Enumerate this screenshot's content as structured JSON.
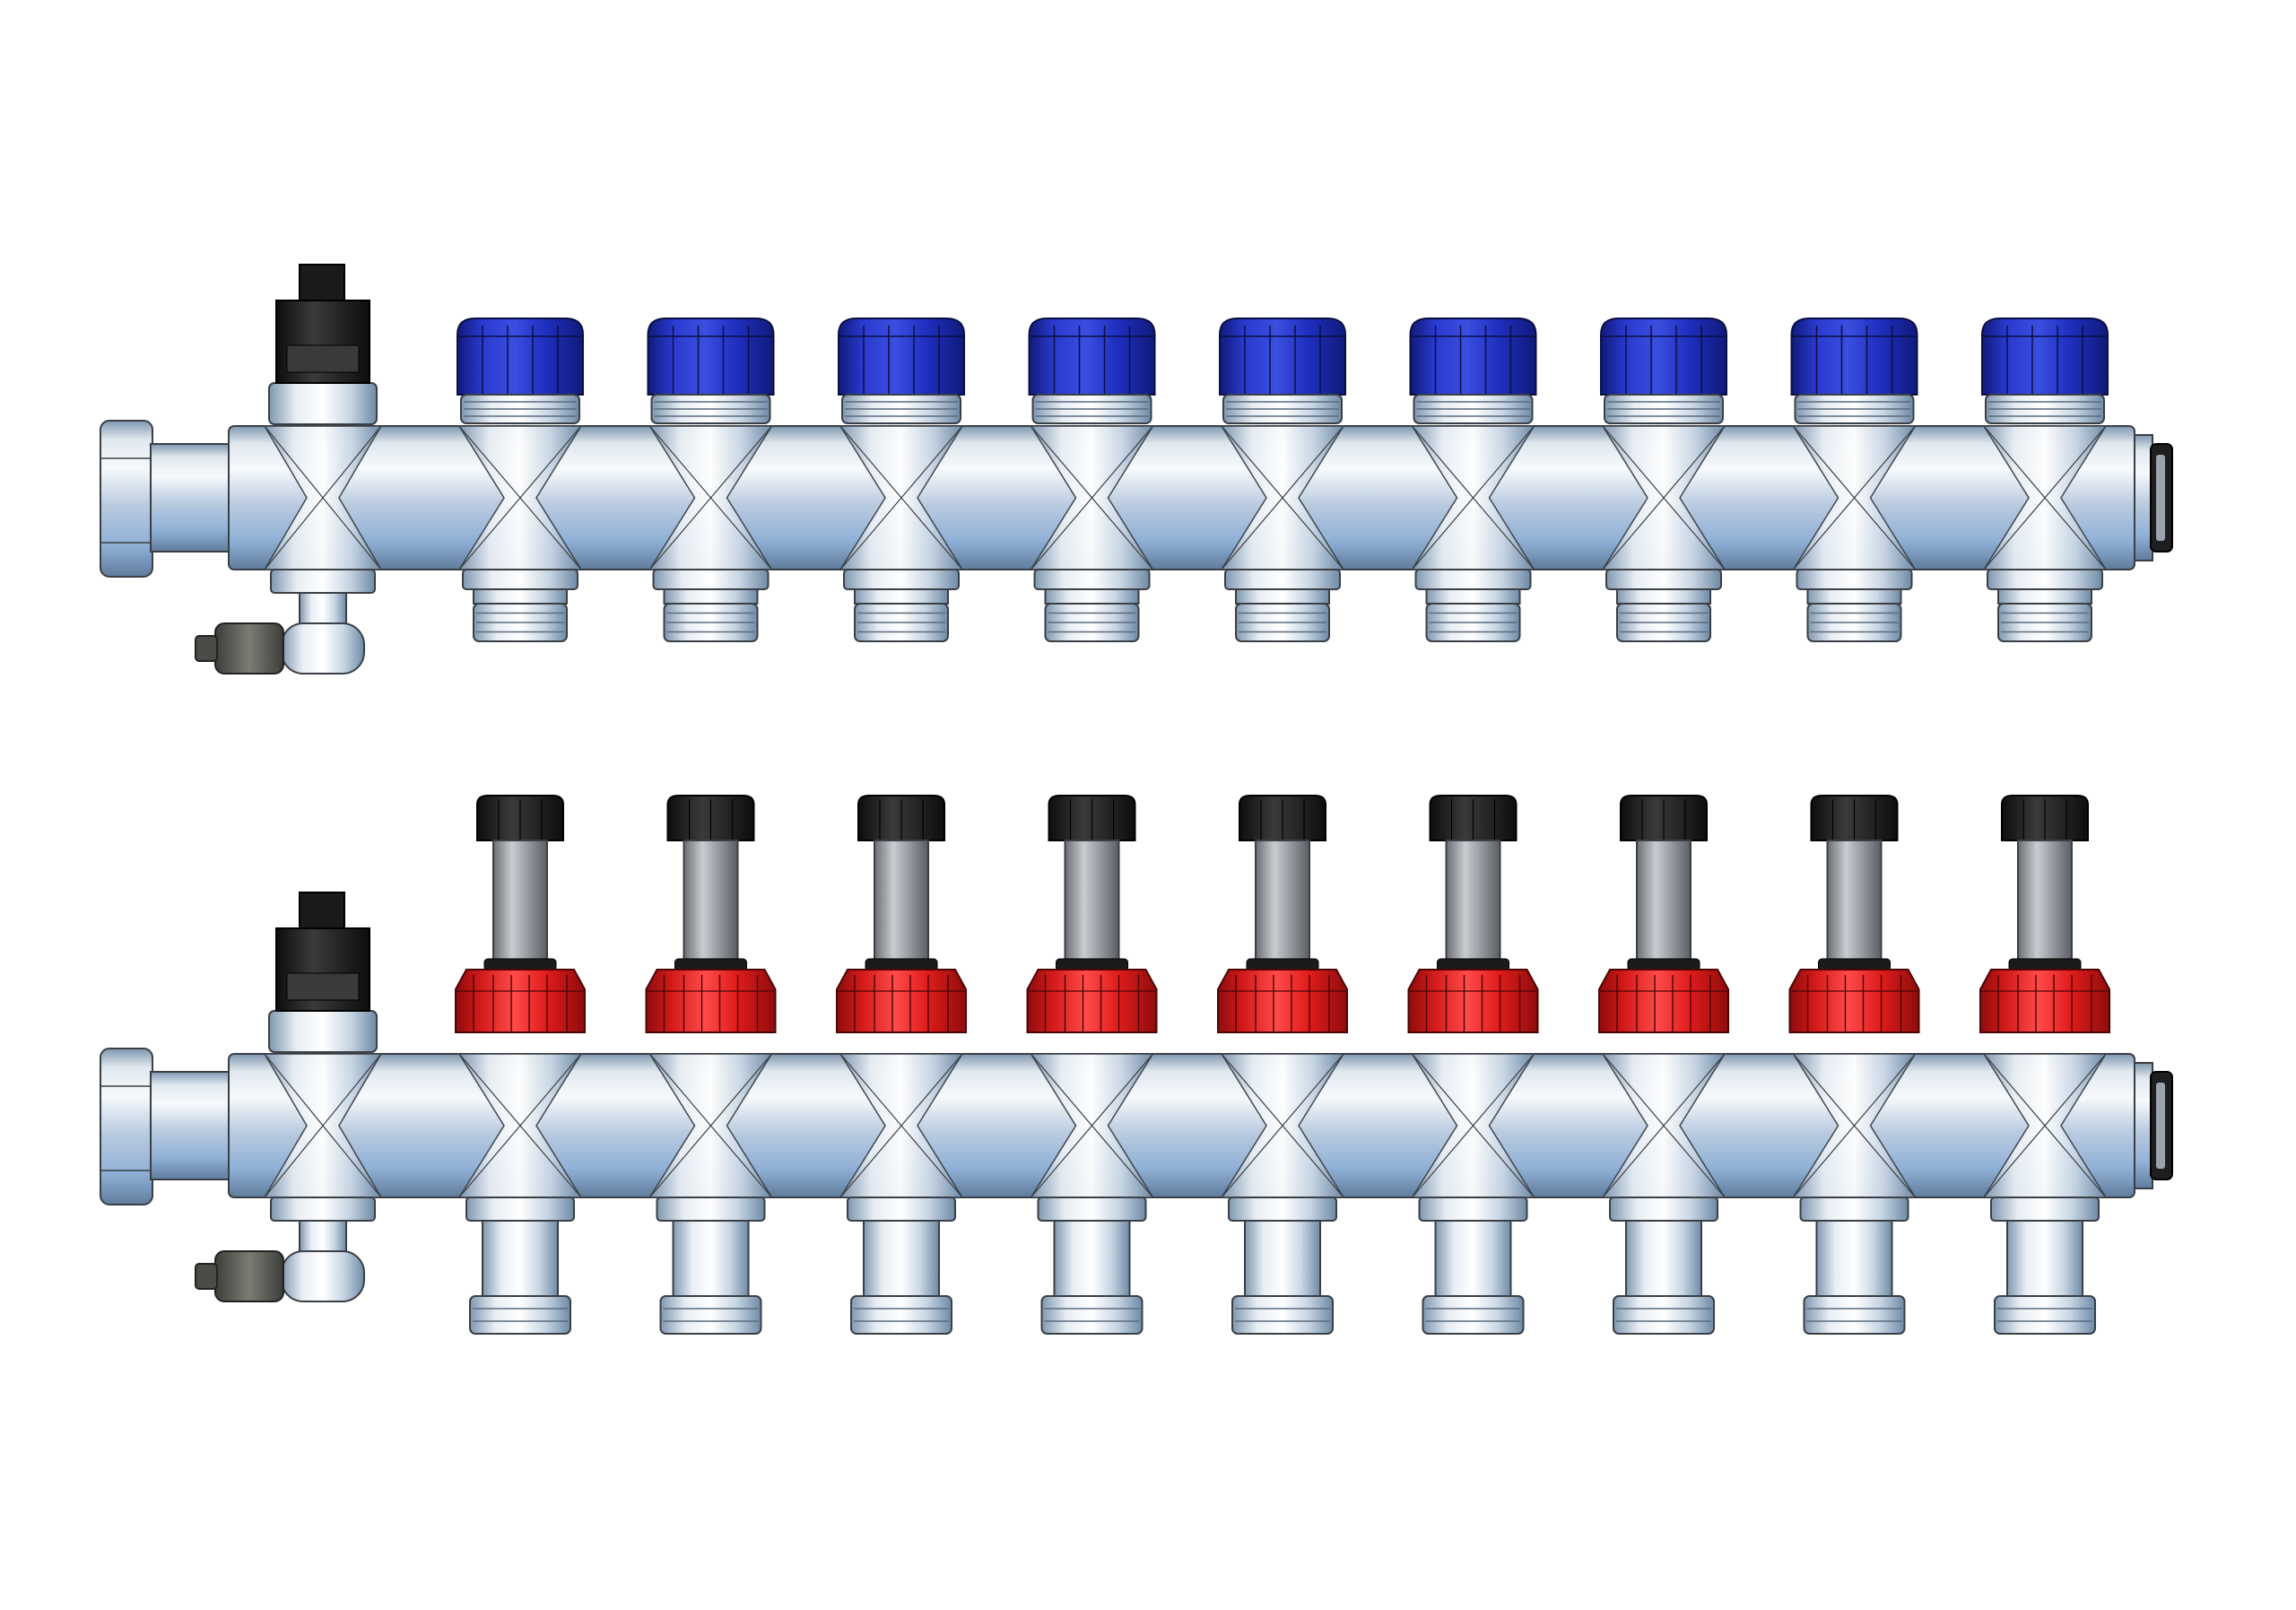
{
  "colors": {
    "background": "#ffffff",
    "steel_light": "#eef3f7",
    "steel_mid": "#b8c7d6",
    "steel_dark": "#6f8aa6",
    "steel_blue": "#8fb0d6",
    "outline": "#3a3f45",
    "cap_blue": "#1f2fbf",
    "cap_blue_light": "#3a4ee0",
    "cap_blue_dark": "#101a7a",
    "cap_red": "#e01c1c",
    "cap_red_light": "#ff4a4a",
    "cap_red_dark": "#8f0c0c",
    "knob_black": "#1b1b1b",
    "vent_black": "#2a2a2a",
    "drain_gray": "#5b5e57"
  },
  "manifolds": [
    {
      "name": "return-manifold",
      "cap_type": "blue-lockshield-cap",
      "circuit_count": 9,
      "accessories": [
        "air-vent",
        "drain-valve",
        "end-plug",
        "union-nut"
      ]
    },
    {
      "name": "flow-manifold",
      "cap_type": "red-flow-meter-cap",
      "circuit_count": 9,
      "accessories": [
        "air-vent",
        "drain-valve",
        "end-plug",
        "union-nut"
      ]
    }
  ]
}
